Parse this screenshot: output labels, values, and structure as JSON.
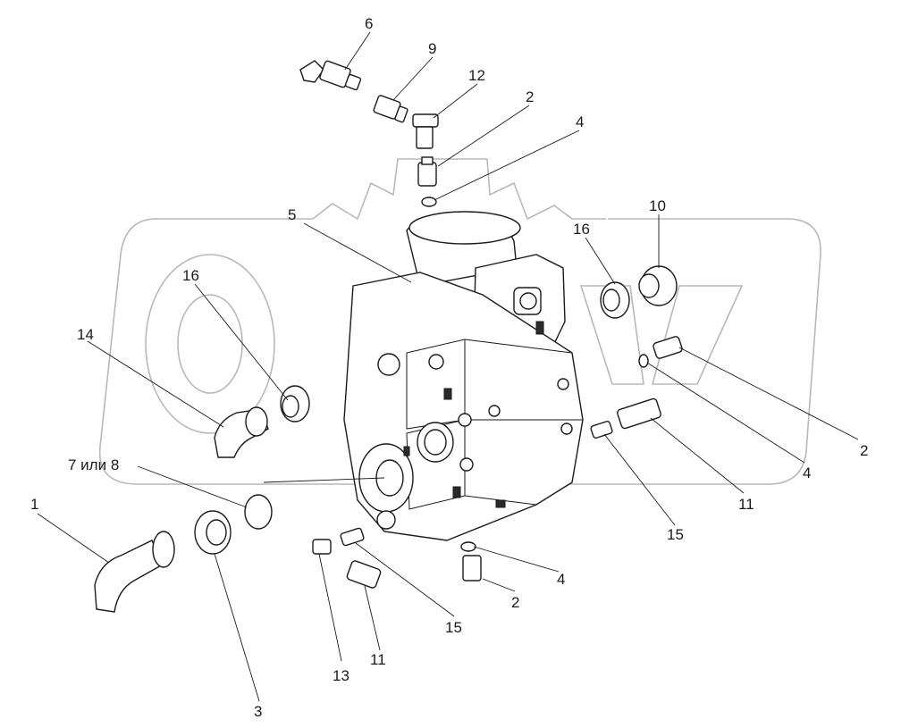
{
  "callouts": [
    {
      "id": "c6",
      "text": "6"
    },
    {
      "id": "c9",
      "text": "9"
    },
    {
      "id": "c12",
      "text": "12"
    },
    {
      "id": "c2a",
      "text": "2"
    },
    {
      "id": "c4a",
      "text": "4"
    },
    {
      "id": "c5",
      "text": "5"
    },
    {
      "id": "c10",
      "text": "10"
    },
    {
      "id": "c16a",
      "text": "16"
    },
    {
      "id": "c16b",
      "text": "16"
    },
    {
      "id": "c14",
      "text": "14"
    },
    {
      "id": "c2b",
      "text": "2"
    },
    {
      "id": "c4b",
      "text": "4"
    },
    {
      "id": "c7or8",
      "text": "7 или 8"
    },
    {
      "id": "c11a",
      "text": "11"
    },
    {
      "id": "c15a",
      "text": "15"
    },
    {
      "id": "c1",
      "text": "1"
    },
    {
      "id": "c4c",
      "text": "4"
    },
    {
      "id": "c2c",
      "text": "2"
    },
    {
      "id": "c15b",
      "text": "15"
    },
    {
      "id": "c13",
      "text": "13"
    },
    {
      "id": "c11b",
      "text": "11"
    },
    {
      "id": "c3",
      "text": "3"
    }
  ],
  "watermark": {
    "color": "#b8b8b8"
  },
  "line_color": "#1a1a1a"
}
